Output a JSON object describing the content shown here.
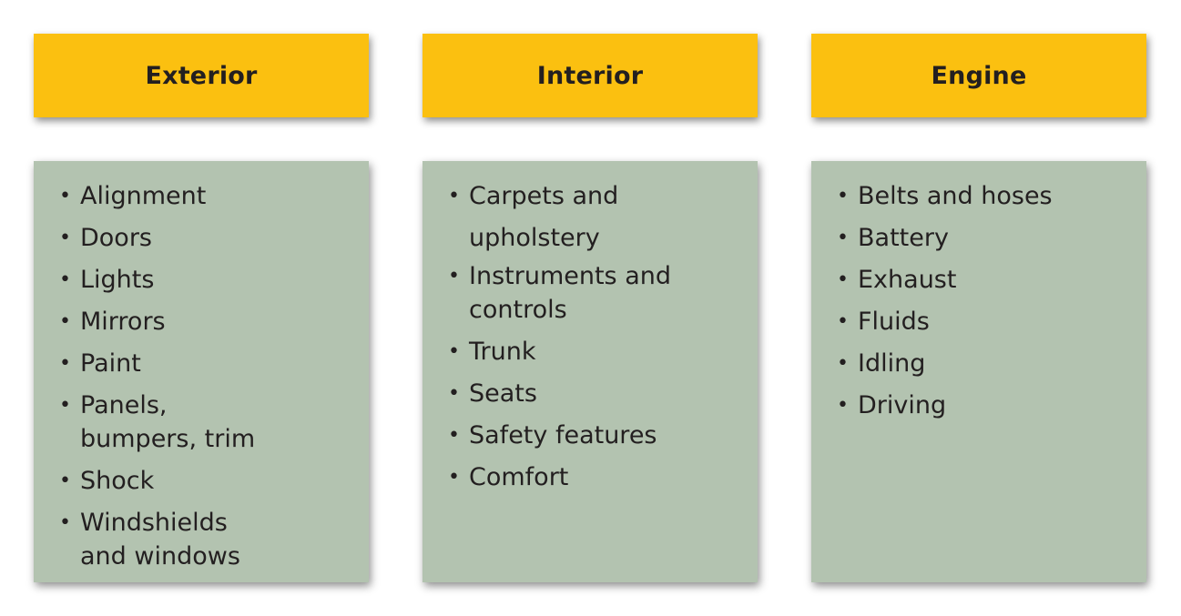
{
  "columns": [
    {
      "title": "Exterior",
      "items": [
        "Alignment",
        "Doors",
        "Lights",
        "Mirrors",
        "Paint",
        "Panels, bumpers, trim",
        "Shock",
        "Windshields and windows"
      ]
    },
    {
      "title": "Interior",
      "items": [
        "Carpets and upholstery",
        "Instruments and controls",
        "Trunk",
        "Seats",
        "Safety features",
        "Comfort"
      ]
    },
    {
      "title": "Engine",
      "items": [
        "Belts and hoses",
        "Battery",
        "Exhaust",
        "Fluids",
        "Idling",
        "Driving"
      ]
    }
  ],
  "colors": {
    "header_fill": "#fbc010",
    "card_fill": "#b3c3b0",
    "text": "#231f20"
  }
}
